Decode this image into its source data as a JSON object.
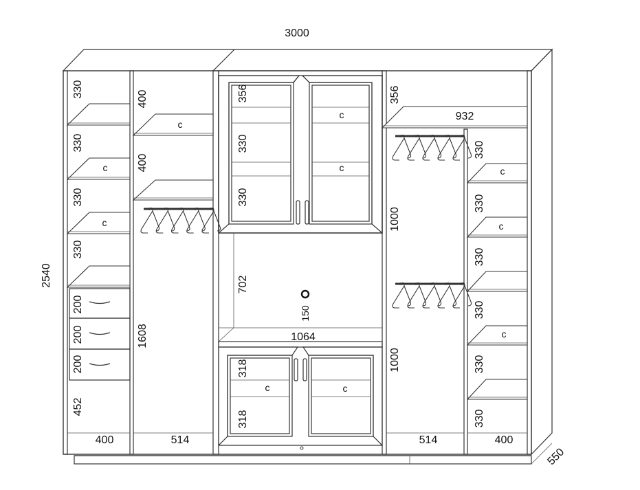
{
  "overall": {
    "width": "3000",
    "height": "2540",
    "depth": "550"
  },
  "col1": {
    "shelf_heights": [
      "330",
      "330",
      "330",
      "330"
    ],
    "drawers": [
      "200",
      "200",
      "200"
    ],
    "bottom": "452",
    "width": "400",
    "shelf_marks": [
      "c",
      "c"
    ]
  },
  "col2": {
    "top_heights": [
      "400",
      "400"
    ],
    "hanging": "1608",
    "width": "514",
    "shelf_mark": "c"
  },
  "center": {
    "upper_heights": [
      "356",
      "330",
      "330"
    ],
    "upper_marks": [
      "c",
      "c"
    ],
    "tv_height": "702",
    "tv_hole": "150",
    "shelf_width": "1064",
    "lower_heights": [
      "318",
      "318"
    ],
    "lower_marks": [
      "c",
      "c"
    ]
  },
  "col4": {
    "top_height": "356",
    "top_width": "932",
    "hanging": [
      "1000",
      "1000"
    ],
    "width": "514"
  },
  "col5": {
    "shelf_heights": [
      "330",
      "330",
      "330",
      "330",
      "330",
      "330"
    ],
    "shelf_marks": [
      "c",
      "c",
      "c"
    ],
    "width": "400"
  }
}
